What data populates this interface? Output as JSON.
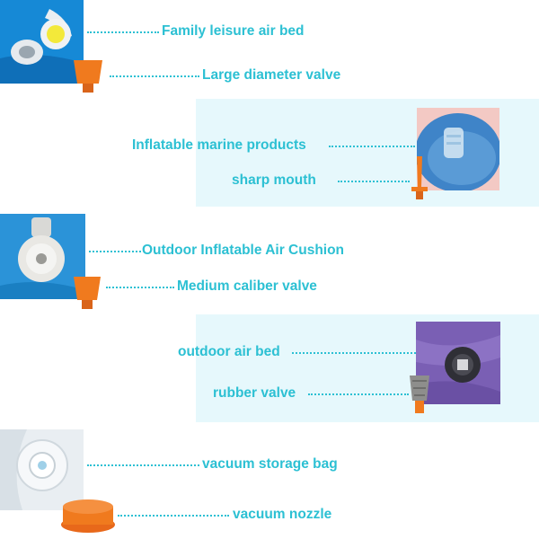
{
  "colors": {
    "accent": "#2cc0d3",
    "panel": "#e6f8fc",
    "valve_orange": "#f07a1e"
  },
  "items": [
    {
      "label": "Family leisure air bed",
      "icon": "family-air-bed-valve-photo"
    },
    {
      "label": "Large diameter valve",
      "icon": "large-diameter-valve-nozzle"
    },
    {
      "label": "Inflatable marine products",
      "icon": "marine-valve-photo"
    },
    {
      "label": "sharp mouth",
      "icon": "sharp-mouth-nozzle"
    },
    {
      "label": "Outdoor Inflatable Air Cushion",
      "icon": "air-cushion-valve-photo"
    },
    {
      "label": "Medium caliber valve",
      "icon": "medium-caliber-valve-nozzle"
    },
    {
      "label": "outdoor air bed",
      "icon": "outdoor-air-bed-valve-photo"
    },
    {
      "label": "rubber valve",
      "icon": "rubber-valve-nozzle"
    },
    {
      "label": "vacuum storage bag",
      "icon": "vacuum-bag-valve-photo"
    },
    {
      "label": "vacuum nozzle",
      "icon": "vacuum-nozzle"
    }
  ]
}
